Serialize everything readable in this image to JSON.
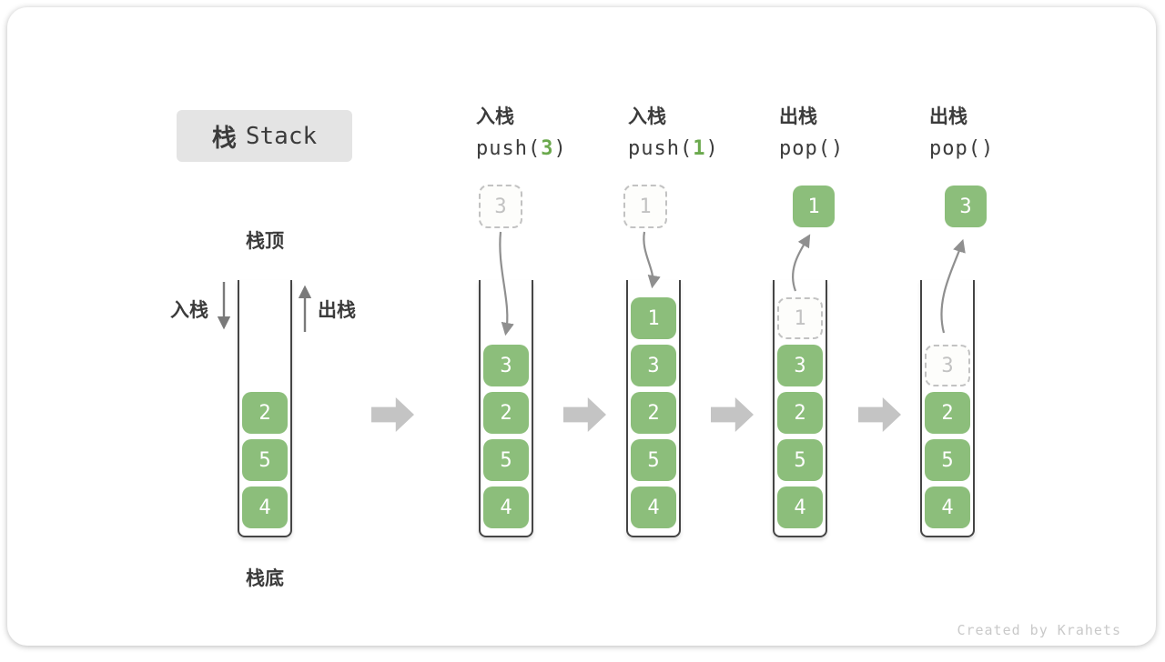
{
  "title": {
    "zh": "栈",
    "en": "Stack"
  },
  "side_labels": {
    "stack_top": "栈顶",
    "stack_bottom": "栈底",
    "push": "入栈",
    "pop": "出栈"
  },
  "operations": [
    {
      "action": "入栈",
      "code_pre": "push(",
      "code_arg": "3",
      "code_post": ")"
    },
    {
      "action": "入栈",
      "code_pre": "push(",
      "code_arg": "1",
      "code_post": ")"
    },
    {
      "action": "出栈",
      "code_pre": "pop(",
      "code_arg": "",
      "code_post": ")"
    },
    {
      "action": "出栈",
      "code_pre": "pop(",
      "code_arg": "",
      "code_post": ")"
    }
  ],
  "floating_values": [
    {
      "value": "3",
      "style": "ghost",
      "meaning": "value being pushed"
    },
    {
      "value": "1",
      "style": "ghost",
      "meaning": "value being pushed"
    },
    {
      "value": "1",
      "style": "solid",
      "meaning": "value popped"
    },
    {
      "value": "3",
      "style": "solid",
      "meaning": "value popped"
    }
  ],
  "stacks": [
    {
      "name": "initial",
      "cells": [
        {
          "value": "2",
          "style": "solid",
          "slot": 2
        },
        {
          "value": "5",
          "style": "solid",
          "slot": 3
        },
        {
          "value": "4",
          "style": "solid",
          "slot": 4
        }
      ]
    },
    {
      "name": "after-push-3",
      "cells": [
        {
          "value": "3",
          "style": "solid",
          "slot": 1
        },
        {
          "value": "2",
          "style": "solid",
          "slot": 2
        },
        {
          "value": "5",
          "style": "solid",
          "slot": 3
        },
        {
          "value": "4",
          "style": "solid",
          "slot": 4
        }
      ]
    },
    {
      "name": "after-push-1",
      "cells": [
        {
          "value": "1",
          "style": "solid",
          "slot": 0
        },
        {
          "value": "3",
          "style": "solid",
          "slot": 1
        },
        {
          "value": "2",
          "style": "solid",
          "slot": 2
        },
        {
          "value": "5",
          "style": "solid",
          "slot": 3
        },
        {
          "value": "4",
          "style": "solid",
          "slot": 4
        }
      ]
    },
    {
      "name": "after-pop-1",
      "cells": [
        {
          "value": "1",
          "style": "ghost",
          "slot": 0
        },
        {
          "value": "3",
          "style": "solid",
          "slot": 1
        },
        {
          "value": "2",
          "style": "solid",
          "slot": 2
        },
        {
          "value": "5",
          "style": "solid",
          "slot": 3
        },
        {
          "value": "4",
          "style": "solid",
          "slot": 4
        }
      ]
    },
    {
      "name": "after-pop-3",
      "cells": [
        {
          "value": "3",
          "style": "ghost",
          "slot": 1
        },
        {
          "value": "2",
          "style": "solid",
          "slot": 2
        },
        {
          "value": "5",
          "style": "solid",
          "slot": 3
        },
        {
          "value": "4",
          "style": "solid",
          "slot": 4
        }
      ]
    }
  ],
  "watermark": "Created by Krahets",
  "colors": {
    "cell-green": "#8CBE7B",
    "code-green": "#6BA94D",
    "text-dark": "#3B3B3B",
    "arrow-gray": "#8F8F8F",
    "block-arrow-gray": "#C4C4C4",
    "ghost-gray": "#C2C2C2",
    "title-bg": "#E4E4E4"
  }
}
